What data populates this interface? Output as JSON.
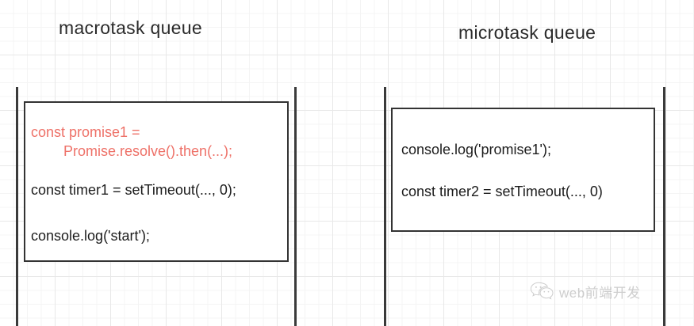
{
  "diagram": {
    "title_macrotask": "macrotask queue",
    "title_microtask": "microtask queue",
    "accent_color": "#ee7168",
    "ink_color": "#1c1c1c",
    "rail_color": "#3a3a3a",
    "background_color": "#ffffff",
    "grid_color": "#e8e8e8"
  },
  "macrotask": {
    "label": "macrotask queue",
    "box": {
      "lines": [
        {
          "text": "const promise1 =",
          "accent": true
        },
        {
          "text": "Promise.resolve().then(...);",
          "accent": true
        },
        {
          "text": "const timer1 = setTimeout(..., 0);",
          "accent": false
        },
        {
          "text": "console.log('start');",
          "accent": false
        }
      ]
    }
  },
  "microtask": {
    "label": "microtask queue",
    "box": {
      "lines": [
        {
          "text": "console.log('promise1');",
          "accent": false
        },
        {
          "text": "const timer2 = setTimeout(..., 0)",
          "accent": false
        }
      ]
    }
  },
  "watermark": {
    "icon": "wechat-icon",
    "label": "web前端开发"
  }
}
